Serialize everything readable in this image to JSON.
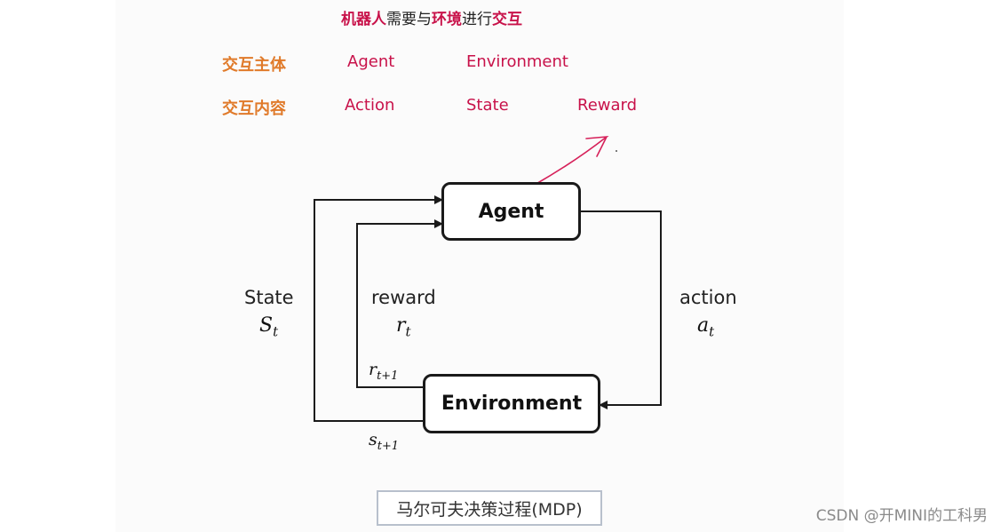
{
  "title": {
    "part1": "机器人",
    "part2": "需要与",
    "part3": "环境",
    "part4": "进行",
    "part5": "交互"
  },
  "rows": {
    "subject_label": "交互主体",
    "subject_agent": "Agent",
    "subject_env": "Environment",
    "content_label": "交互内容",
    "content_action": "Action",
    "content_state": "State",
    "content_reward": "Reward"
  },
  "diagram": {
    "agent": "Agent",
    "environment": "Environment",
    "state_label": "State",
    "state_sym": "S",
    "state_sub": "t",
    "reward_label": "reward",
    "reward_sym": "r",
    "reward_sub": "t",
    "action_label": "action",
    "action_sym": "a",
    "action_sub": "t",
    "r_next_sym": "r",
    "r_next_sub": "t+1",
    "s_next_sym": "s",
    "s_next_sub": "t+1"
  },
  "caption": "马尔可夫决策过程(MDP)",
  "watermark": "CSDN @开MINI的工科男",
  "colors": {
    "highlight": "#c8124a",
    "orange": "#e07a2a",
    "ink": "#1a1a1a"
  }
}
